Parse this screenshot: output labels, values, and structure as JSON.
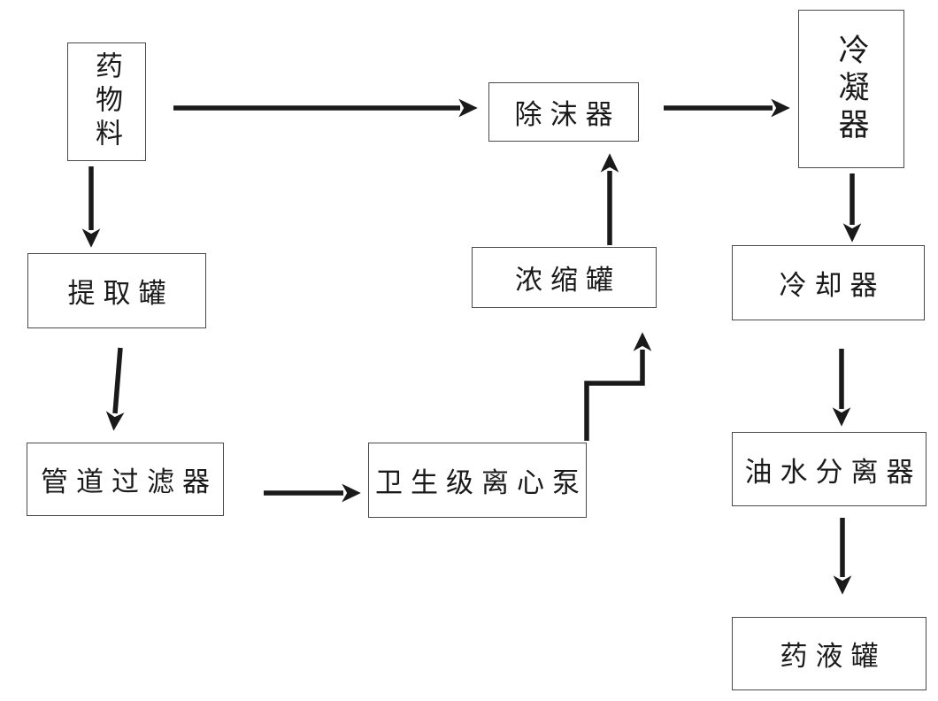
{
  "diagram": {
    "type": "process-flowchart",
    "nodes": {
      "drug_material": {
        "label": "药物料",
        "orientation": "vertical"
      },
      "demister": {
        "label": "除沫器",
        "orientation": "horizontal"
      },
      "condenser": {
        "label": "冷凝器",
        "orientation": "vertical"
      },
      "extraction_tank": {
        "label": "提取罐",
        "orientation": "horizontal"
      },
      "pipeline_filter": {
        "label": "管道过滤器",
        "orientation": "horizontal"
      },
      "sanitary_centrifugal_pump": {
        "label": "卫生级离心泵",
        "orientation": "horizontal"
      },
      "concentration_tank": {
        "label": "浓缩罐",
        "orientation": "horizontal"
      },
      "cooler": {
        "label": "冷却器",
        "orientation": "horizontal"
      },
      "oil_water_separator": {
        "label": "油水分离器",
        "orientation": "horizontal"
      },
      "drug_liquid_tank": {
        "label": "药液罐",
        "orientation": "horizontal"
      }
    },
    "edges": [
      {
        "from": "drug_material",
        "to": "demister",
        "shape": "straight-right"
      },
      {
        "from": "demister",
        "to": "condenser",
        "shape": "straight-right"
      },
      {
        "from": "drug_material",
        "to": "extraction_tank",
        "shape": "straight-down"
      },
      {
        "from": "extraction_tank",
        "to": "pipeline_filter",
        "shape": "straight-down"
      },
      {
        "from": "pipeline_filter",
        "to": "sanitary_centrifugal_pump",
        "shape": "straight-right"
      },
      {
        "from": "sanitary_centrifugal_pump",
        "to": "concentration_tank",
        "shape": "stepped-up-right-up"
      },
      {
        "from": "concentration_tank",
        "to": "demister",
        "shape": "straight-up"
      },
      {
        "from": "condenser",
        "to": "cooler",
        "shape": "straight-down"
      },
      {
        "from": "cooler",
        "to": "oil_water_separator",
        "shape": "straight-down"
      },
      {
        "from": "oil_water_separator",
        "to": "drug_liquid_tank",
        "shape": "straight-down"
      }
    ],
    "colors": {
      "background": "#ffffff",
      "box_border": "#4a4a4a",
      "text": "#1a1a1a",
      "arrow": "#1a1a1a"
    }
  }
}
